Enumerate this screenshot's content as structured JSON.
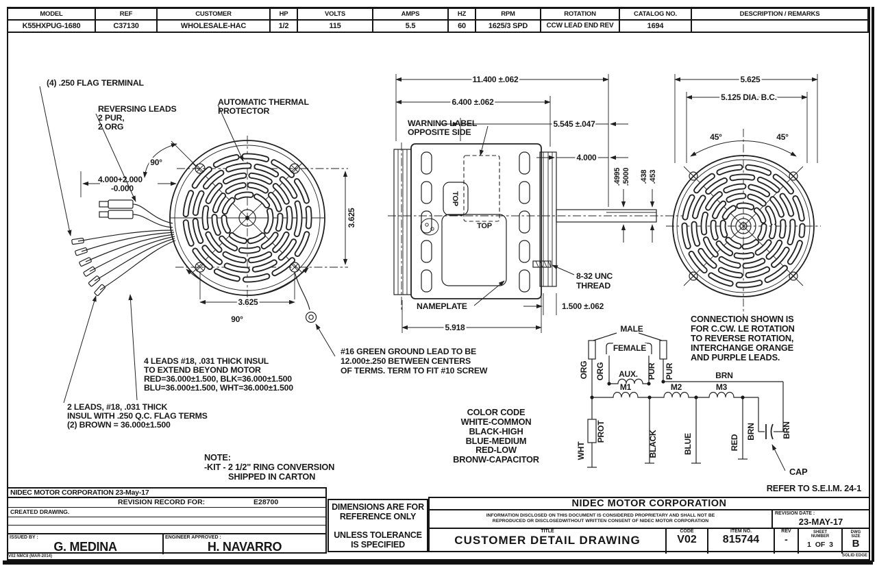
{
  "header_table": {
    "columns": [
      {
        "label": "MODEL",
        "value": "K55HXPUG-1680"
      },
      {
        "label": "REF",
        "value": "C37130"
      },
      {
        "label": "CUSTOMER",
        "value": "WHOLESALE-HAC"
      },
      {
        "label": "HP",
        "value": "1/2"
      },
      {
        "label": "VOLTS",
        "value": "115"
      },
      {
        "label": "AMPS",
        "value": "5.5"
      },
      {
        "label": "HZ",
        "value": "60"
      },
      {
        "label": "RPM",
        "value": "1625/3 SPD"
      },
      {
        "label": "ROTATION",
        "value": "CCW LEAD END REV"
      },
      {
        "label": "CATALOG NO.",
        "value": "1694"
      },
      {
        "label": "DESCRIPTION / REMARKS",
        "value": ""
      }
    ]
  },
  "front_view": {
    "flag_terminal_note": "(4) .250 FLAG TERMINAL",
    "reversing_leads": [
      "REVERSING LEADS",
      "2 PUR,",
      "2 ORG"
    ],
    "thermal_protector": [
      "AUTOMATIC THERMAL",
      "PROTECTOR"
    ],
    "angle_top": "90°",
    "lead_length": [
      "4.000+2.000",
      "-0.000"
    ],
    "dim_h": "3.625",
    "dim_v": "3.625",
    "angle_bottom": "90°",
    "four_leads_note": [
      "4 LEADS #18, .031 THICK INSUL",
      "TO EXTEND BEYOND MOTOR",
      "RED=36.000±1.500, BLK=36.000±1.500",
      "BLU=36.000±1.500, WHT=36.000±1.500"
    ],
    "two_leads_note": [
      "2 LEADS, #18, .031 THICK",
      "INSUL WITH .250 Q.C. FLAG TERMS",
      "(2) BROWN = 36.000±1.500"
    ],
    "ground_note": [
      "#16 GREEN GROUND LEAD TO BE",
      "12.000±.250 BETWEEN CENTERS",
      "OF TERMS. TERM TO FIT #10 SCREW"
    ],
    "kit_note": [
      "NOTE:",
      "-KIT - 2 1/2\" RING CONVERSION",
      "SHIPPED IN CARTON"
    ]
  },
  "side_view": {
    "overall_length": "11.400 ±.062",
    "body_length": "6.400 ±.062",
    "warning_label": [
      "WARNING LABEL",
      "OPPOSITE SIDE"
    ],
    "dim_5545": "5.545 ±.047",
    "dim_4000": "4.000",
    "shaft_dia": [
      ".4995",
      ".5000"
    ],
    "shaft_flat": [
      ".438",
      ".453"
    ],
    "top_small": "TOP",
    "top_plate": "TOP",
    "thread_note": [
      "8-32 UNC",
      "THREAD"
    ],
    "nameplate_label": "NAMEPLATE",
    "dim_1500": "1.500 ±.062",
    "dim_5918": "5.918"
  },
  "rear_view": {
    "overall_width": "5.625",
    "bolt_circle": "5.125 DIA. B.C.",
    "angle_left": "45°",
    "angle_right": "45°"
  },
  "schematic": {
    "male": "MALE",
    "female": "FEMALE",
    "aux": "AUX.",
    "org1": "ORG",
    "org2": "ORG",
    "pur1": "PUR",
    "pur2": "PUR",
    "brn_top": "BRN",
    "m1": "M1",
    "m2": "M2",
    "m3": "M3",
    "wht": "WHT",
    "prot": "PROT",
    "black": "BLACK",
    "blue": "BLUE",
    "red": "RED",
    "brn_cap_left": "BRN",
    "brn_cap_right": "BRN",
    "cap": "CAP",
    "connection_note": [
      "CONNECTION SHOWN IS",
      "FOR C.CW. LE ROTATION",
      "TO REVERSE ROTATION,",
      "INTERCHANGE ORANGE",
      "AND PURPLE LEADS."
    ],
    "color_code": [
      "COLOR CODE",
      "WHITE-COMMON",
      "BLACK-HIGH",
      "BLUE-MEDIUM",
      "RED-LOW",
      "BRONW-CAPACITOR"
    ],
    "refer_note": "REFER TO S.E.I.M. 24-1"
  },
  "title_block": {
    "corp_line": "NIDEC MOTOR CORPORATION 23-May-17",
    "revision_record_label": "REVISION RECORD FOR:",
    "revision_record_value": "E28700",
    "created": "CREATED DRAWING.",
    "issued_by_label": "ISSUED BY :",
    "issued_by": "G. MEDINA",
    "engineer_label": "ENGINEER APPROVED :",
    "engineer": "H. NAVARRO",
    "form_code": "V02 NMC8 (MAR-2014)",
    "dims_note1": "DIMENSIONS ARE FOR",
    "dims_note2": "REFERENCE ONLY",
    "dims_note3": "UNLESS TOLERANCE",
    "dims_note4": "IS SPECIFIED",
    "company": "NIDEC MOTOR CORPORATION",
    "proprietary1": "INFORMATION DISCLOSED ON THIS DOCUMENT IS CONSIDERED PROPRIETARY AND SHALL NOT BE",
    "proprietary2": "REPRODUCED OR DISCLOSEDWITHOUT WRITTEN CONSENT OF NIDEC MOTOR CORPORATION",
    "revision_date_label": "REVISION DATE :",
    "revision_date": "23-MAY-17",
    "title_label": "TITLE",
    "title": "CUSTOMER  DETAIL  DRAWING",
    "code_label": "CODE",
    "code": "V02",
    "item_label": "ITEM NO.",
    "item": "815744",
    "rev_label": "REV",
    "rev": "-",
    "sheet_label1": "SHEET",
    "sheet_label2": "NUMBER",
    "sheet": "1  OF  3",
    "size_label1": "DWG",
    "size_label2": "SIZE",
    "size": "B",
    "solidedge": "SOLID EDGE"
  }
}
